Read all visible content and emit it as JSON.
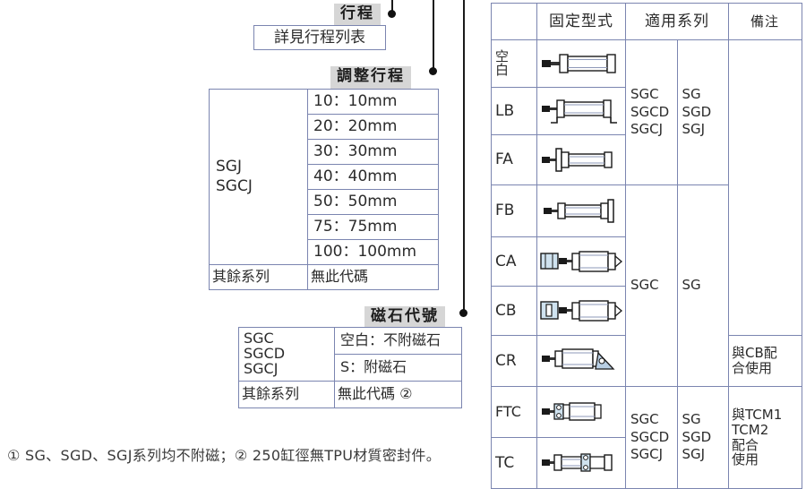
{
  "callouts": {
    "stroke": "行程",
    "adjust_stroke": "調整行程",
    "magnet_code": "磁石代號"
  },
  "stroke_note_table": {
    "rows": [
      {
        "text": "詳見行程列表"
      }
    ]
  },
  "adjust_table": {
    "series_label": {
      "line1": "SGJ",
      "line2": "SGCJ"
    },
    "values": [
      "10：10mm",
      "20：20mm",
      "30：30mm",
      "40：40mm",
      "50：50mm",
      "75：75mm",
      "100：100mm"
    ],
    "other_row": {
      "left": "其餘系列",
      "right": "無此代碼"
    }
  },
  "magnet_table": {
    "series_label": {
      "line1": "SGC",
      "line2": "SGCD",
      "line3": "SGCJ"
    },
    "values": [
      "空白：不附磁石",
      "S：附磁石"
    ],
    "other_row": {
      "left": "其餘系列",
      "right": "無此代碼 ②"
    }
  },
  "mount_table": {
    "headers": {
      "code": "",
      "type": "固定型式",
      "series": "適用系列",
      "remark": "備注"
    },
    "rows": [
      {
        "code": "空白",
        "code_lines": [
          "空",
          "白"
        ],
        "icon": "cylinder-basic-icon"
      },
      {
        "code": "LB",
        "icon": "cylinder-foot-mount-icon"
      },
      {
        "code": "FA",
        "icon": "cylinder-front-flange-icon"
      },
      {
        "code": "FB",
        "icon": "cylinder-rear-flange-icon"
      },
      {
        "code": "CA",
        "icon": "cylinder-clevis-ca-icon"
      },
      {
        "code": "CB",
        "icon": "cylinder-clevis-cb-icon"
      },
      {
        "code": "CR",
        "icon": "cylinder-rotary-clevis-icon"
      },
      {
        "code": "FTC",
        "icon": "cylinder-ftc-trunnion-icon"
      },
      {
        "code": "TC",
        "icon": "cylinder-tc-trunnion-icon"
      }
    ],
    "series_groups": [
      {
        "col_a": "SGC\nSGCD\nSGCJ",
        "col_a_lines": [
          "SGC",
          "SGCD",
          "SGCJ"
        ],
        "col_b_lines": [
          "SG",
          "SGD",
          "SGJ"
        ],
        "span": 3
      },
      {
        "col_a_lines": [
          "SGC"
        ],
        "col_b_lines": [
          "SG"
        ],
        "span": 4
      },
      {
        "col_a_lines": [
          "SGC",
          "SGCD",
          "SGCJ"
        ],
        "col_b_lines": [
          "SG",
          "SGD",
          "SGJ"
        ],
        "span": 2
      }
    ],
    "remarks": [
      {
        "lines": [],
        "span": 6
      },
      {
        "lines": [
          "與CB配",
          "合使用"
        ],
        "span": 1
      },
      {
        "lines": [
          "與TCM1",
          "TCM2",
          "配合",
          "使用"
        ],
        "span": 2
      }
    ]
  },
  "footnote": {
    "text": "① SG、SGD、SGJ系列均不附磁；② 250缸徑無TPU材質密封件。"
  },
  "colors": {
    "table_border": "#7b85b0",
    "chip_bg": "#d6d6d6",
    "leader": "#111111",
    "text": "#2b2b2b"
  }
}
